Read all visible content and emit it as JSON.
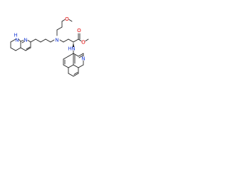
{
  "structure": {
    "atom_labels": {
      "nh_ring": "H",
      "nh_ring_n": "N",
      "n_pyridine": "N",
      "n_tertiary": "N",
      "o_methoxy": "O",
      "o_ester_single": "O",
      "o_ester_double": "O",
      "nh_amine_h": "H",
      "nh_amine_n": "N",
      "n_quinoline": "N"
    },
    "colors": {
      "bond": "#1a1a1a",
      "nitrogen": "#1f3fd6",
      "oxygen": "#e00000",
      "background": "#ffffff"
    }
  }
}
